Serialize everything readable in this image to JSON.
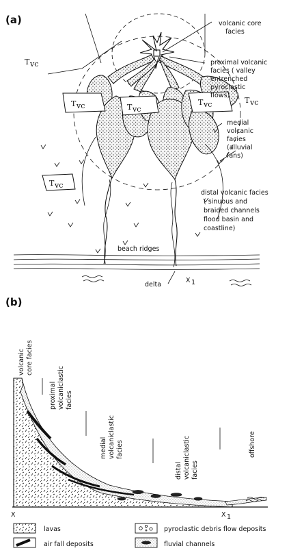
{
  "panel_a": {
    "tag": "(a)",
    "block_label": "T",
    "block_sub": "vc",
    "labels": {
      "core": [
        "volcanic core",
        "facies"
      ],
      "proximal": [
        "proximal volcanic",
        "facies ( valley",
        "entrenched",
        "pyroclastic",
        "flows)"
      ],
      "medial": [
        "medial",
        "volcanic",
        "facies",
        "(alluvial",
        "fans)"
      ],
      "distal": [
        "distal volcanic facies",
        "( sinuous and",
        "braided channels",
        "flood basin and",
        "coastline)"
      ],
      "beach": "beach ridges",
      "delta": "delta",
      "x1": "X",
      "x1_sub": "1"
    }
  },
  "panel_b": {
    "tag": "(b)",
    "columns": [
      [
        "volcanic",
        "core facies"
      ],
      [
        "proximal",
        "volcaniclastic",
        "facies"
      ],
      [
        "medial",
        "volcaniclastic",
        "facies"
      ],
      [
        "distal",
        "volcaniclastic",
        "facies"
      ],
      [
        "offshore"
      ]
    ],
    "x_left": "X",
    "x_right": "X",
    "x_right_sub": "1"
  },
  "legend": [
    {
      "key": "lavas",
      "label": "lavas"
    },
    {
      "key": "airfall",
      "label": "air fall deposits"
    },
    {
      "key": "pyro",
      "label": "pyroclastic debris flow deposits"
    },
    {
      "key": "fluvial",
      "label": "fluvial channels"
    }
  ]
}
